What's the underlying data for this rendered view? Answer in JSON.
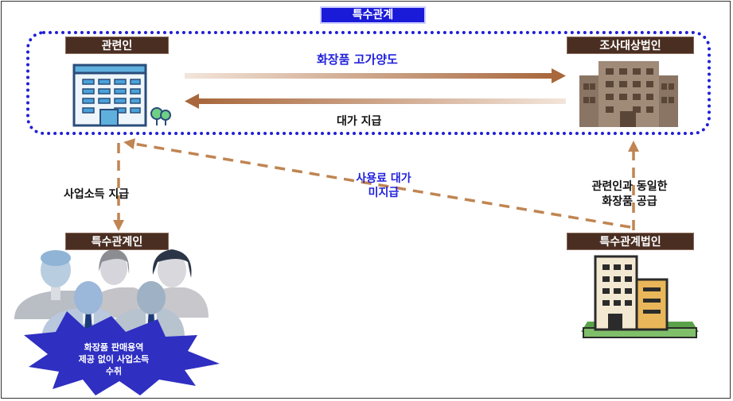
{
  "title": "특수관계",
  "nodes": {
    "related_person": "관련인",
    "target_corp": "조사대상법인",
    "special_person": "특수관계인",
    "special_corp": "특수관계법인"
  },
  "edges": {
    "cosmetics_transfer": "화장품 고가양도",
    "payment": "대가 지급",
    "business_income": "사업소득 지급",
    "royalty_unpaid_line1": "사용료 대가",
    "royalty_unpaid_line2": "미지급",
    "supply_line1": "관련인과 동일한",
    "supply_line2": "화장품 공급"
  },
  "callout": {
    "line1": "화장품 판매용역",
    "line2": "제공 없이 사업소득",
    "line3": "수취"
  },
  "colors": {
    "accent_blue": "#1f1fd6",
    "tag_brown": "#4a2e22",
    "arrow_brown": "#b87a4b",
    "burst_blue": "#2d2dbf"
  }
}
